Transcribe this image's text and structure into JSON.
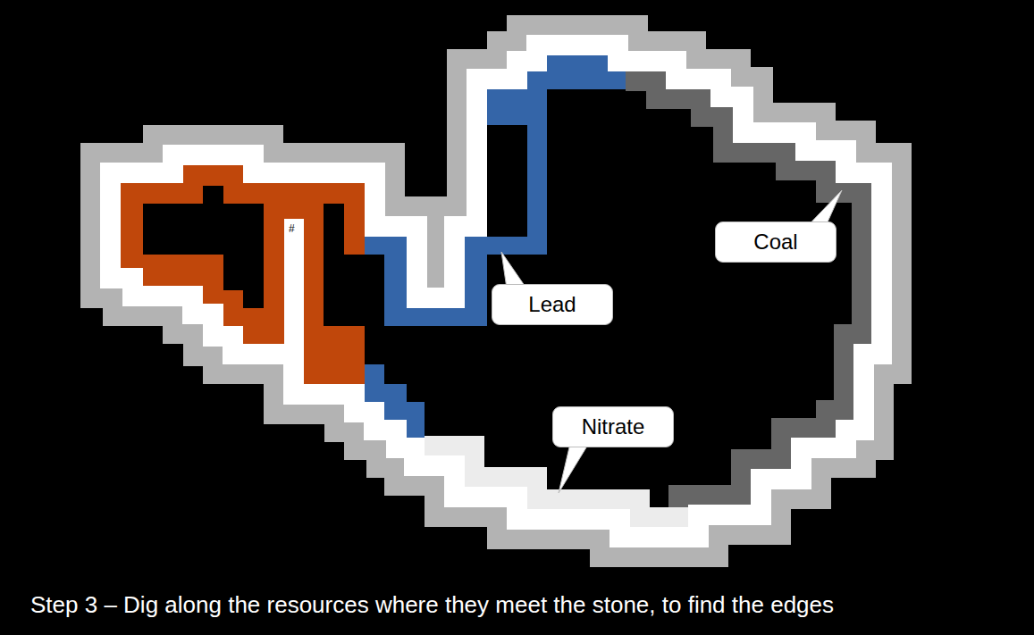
{
  "diagram": {
    "caption": "Step 3 – Dig along the resources where they meet the stone, to find the edges",
    "nodes": [
      {
        "text": [
          "Coal"
        ]
      },
      {
        "text": [
          "Lead"
        ]
      },
      {
        "text": [
          "Nitrate"
        ]
      }
    ],
    "labels": [
      "#"
    ]
  }
}
